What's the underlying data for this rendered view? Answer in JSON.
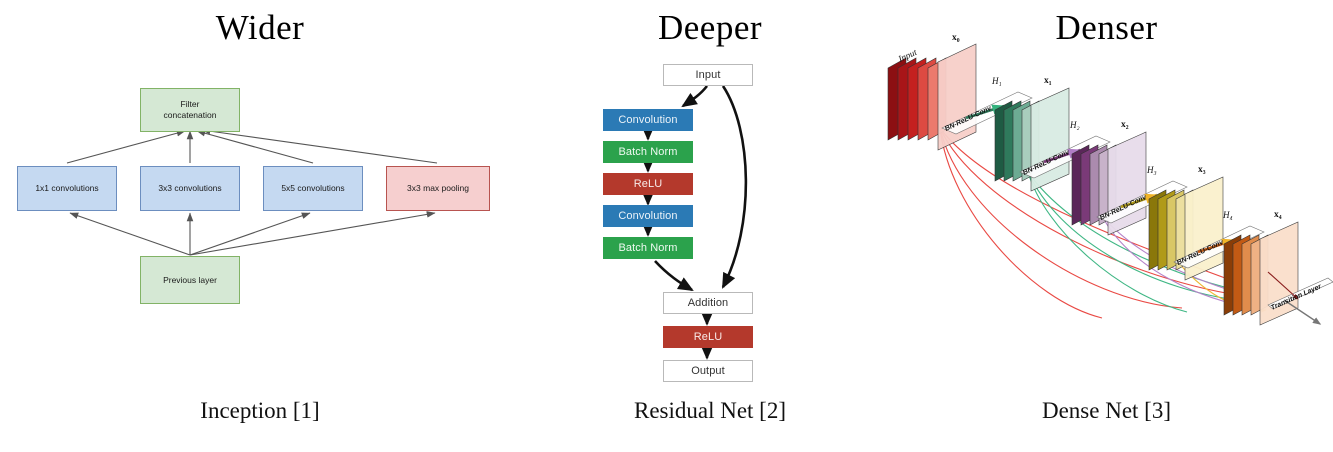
{
  "panels": [
    {
      "id": "inception",
      "title": "Wider",
      "caption": "Inception [1]",
      "nodes": {
        "top": "Filter\nconcatenation",
        "top_line1": "Filter",
        "top_line2": "concatenation",
        "branch1": "1x1 convolutions",
        "branch2": "3x3 convolutions",
        "branch3": "5x5 convolutions",
        "branch4": "3x3 max pooling",
        "bottom": "Previous layer"
      },
      "colors": {
        "green_fill": "#d5e8d4",
        "green_stroke": "#82b366",
        "blue_fill": "#c5d9f1",
        "blue_stroke": "#6c8ebf",
        "red_fill": "#f6cfcf",
        "red_stroke": "#b85450",
        "arrow": "#555555"
      }
    },
    {
      "id": "resnet",
      "title": "Deeper",
      "caption": "Residual Net [2]",
      "nodes": [
        {
          "label": "Input",
          "kind": "white"
        },
        {
          "label": "Convolution",
          "kind": "blue"
        },
        {
          "label": "Batch Norm",
          "kind": "green"
        },
        {
          "label": "ReLU",
          "kind": "red"
        },
        {
          "label": "Convolution",
          "kind": "blue"
        },
        {
          "label": "Batch Norm",
          "kind": "green"
        },
        {
          "label": "Addition",
          "kind": "white"
        },
        {
          "label": "ReLU",
          "kind": "red"
        },
        {
          "label": "Output",
          "kind": "white"
        }
      ],
      "colors": {
        "blue": "#2b7ab5",
        "green": "#2ba24c",
        "red": "#b4392c",
        "white": "#ffffff",
        "arrow": "#111111"
      }
    },
    {
      "id": "densenet",
      "title": "Denser",
      "caption": "Dense Net [3]",
      "blocks": [
        {
          "input_label": "Input",
          "x_label": "x",
          "x_sub": "0",
          "h_label": "",
          "op_label": "",
          "color": "#cf2b2b"
        },
        {
          "input_label": "",
          "x_label": "x",
          "x_sub": "1",
          "h_label": "H₁",
          "op_label": "BN-ReLU-Conv",
          "color": "#2f7a5c"
        },
        {
          "input_label": "",
          "x_label": "x",
          "x_sub": "2",
          "h_label": "H₂",
          "op_label": "BN-ReLU-Conv",
          "color": "#7a3a78"
        },
        {
          "input_label": "",
          "x_label": "x",
          "x_sub": "3",
          "h_label": "H₃",
          "op_label": "BN-ReLU-Conv",
          "color": "#b09a18"
        },
        {
          "input_label": "",
          "x_label": "x",
          "x_sub": "4",
          "h_label": "H₄",
          "op_label": "BN-ReLU-Conv",
          "color": "#c25a14"
        }
      ],
      "transition_label": "Transition Layer",
      "op_labels": [
        "BN-ReLU-Conv",
        "BN-ReLU-Conv",
        "BN-ReLU-Conv",
        "BN-ReLU-Conv"
      ],
      "h_labels": [
        "H₁",
        "H₂",
        "H₃",
        "H₄"
      ],
      "x_labels": [
        "x₀",
        "x₁",
        "x₂",
        "x₃",
        "x₄"
      ],
      "colors": {
        "red": "#cf2b2b",
        "green": "#2f7a5c",
        "purple": "#7a3a78",
        "yellow": "#b09a18",
        "orange": "#c25a14",
        "plane_outline": "#555555"
      }
    }
  ]
}
